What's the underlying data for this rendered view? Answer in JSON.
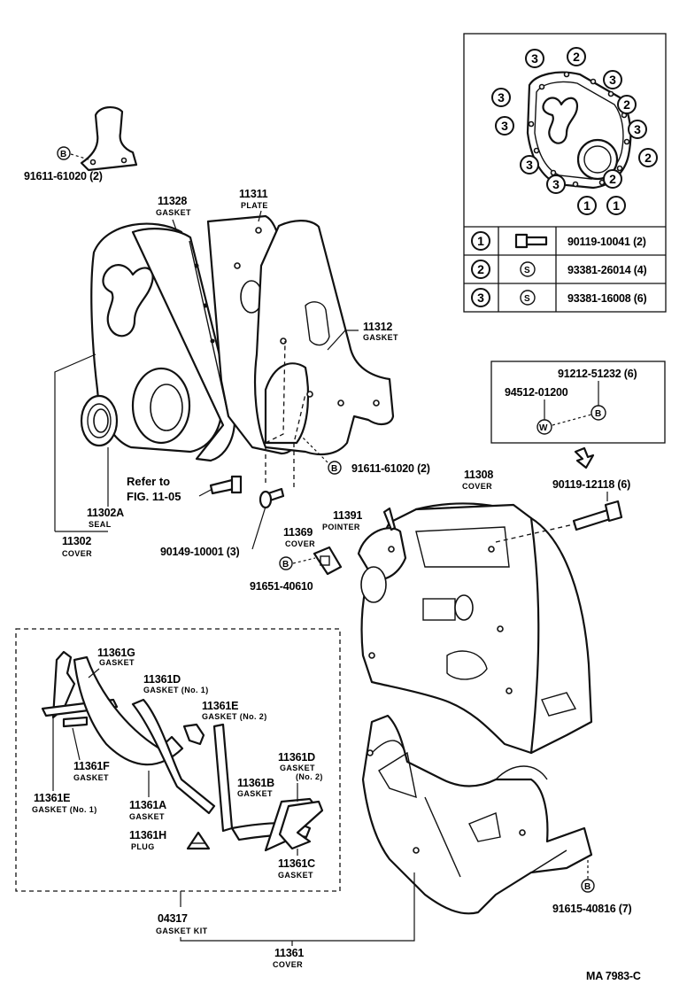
{
  "callouts": {
    "p91611_top": "91611-61020 (2)",
    "p11328": "11328",
    "gasket_11328": "GASKET",
    "p11311": "11311",
    "plate_11311": "PLATE",
    "p11312": "11312",
    "gasket_11312": "GASKET",
    "p11302A": "11302A",
    "seal_11302A": "SEAL",
    "p11302": "11302",
    "cover_11302": "COVER",
    "refer_line1": "Refer to",
    "refer_line2": "FIG. 11-05",
    "p91611_mid": "91611-61020 (2)",
    "p90149": "90149-10001 (3)",
    "p11369": "11369",
    "cover_11369": "COVER",
    "p91651": "91651-40610",
    "p11391": "11391",
    "pointer_11391": "POINTER",
    "p11308": "11308",
    "cover_11308": "COVER",
    "p90119_12118": "90119-12118 (6)",
    "p91212": "91212-51232 (6)",
    "p94512": "94512-01200",
    "p11361G": "11361G",
    "gasket_11361G": "GASKET",
    "p11361D_1": "11361D",
    "gasket_11361D_1": "GASKET (No. 1)",
    "p11361E_2": "11361E",
    "gasket_11361E_2": "GASKET (No. 2)",
    "p11361D_2": "11361D",
    "gasket_11361D_2": "GASKET",
    "no2_11361D_2": "(No. 2)",
    "p11361F": "11361F",
    "gasket_11361F": "GASKET",
    "p11361E_1": "11361E",
    "gasket_11361E_1": "GASKET (No. 1)",
    "p11361B": "11361B",
    "gasket_11361B": "GASKET",
    "p11361A": "11361A",
    "gasket_11361A": "GASKET",
    "p11361H": "11361H",
    "plug_11361H": "PLUG",
    "p11361C": "11361C",
    "gasket_11361C": "GASKET",
    "p04317": "04317",
    "kit_04317": "GASKET  KIT",
    "p11361": "11361",
    "cover_11361": "COVER",
    "p91615": "91615-40816 (7)",
    "drawing_code": "MA  7983-C"
  },
  "symbols": {
    "bolt_b": "B",
    "washer_w": "W",
    "stud_s": "S"
  },
  "bolt_legend": {
    "rows": [
      {
        "key": "1",
        "part": "90119-10041 (2)"
      },
      {
        "key": "2",
        "part": "93381-26014 (4)"
      },
      {
        "key": "3",
        "part": "93381-16008 (6)"
      }
    ]
  },
  "inset_markers": [
    "3",
    "2",
    "3",
    "3",
    "2",
    "3",
    "3",
    "3",
    "2",
    "3",
    "2",
    "1",
    "1"
  ]
}
